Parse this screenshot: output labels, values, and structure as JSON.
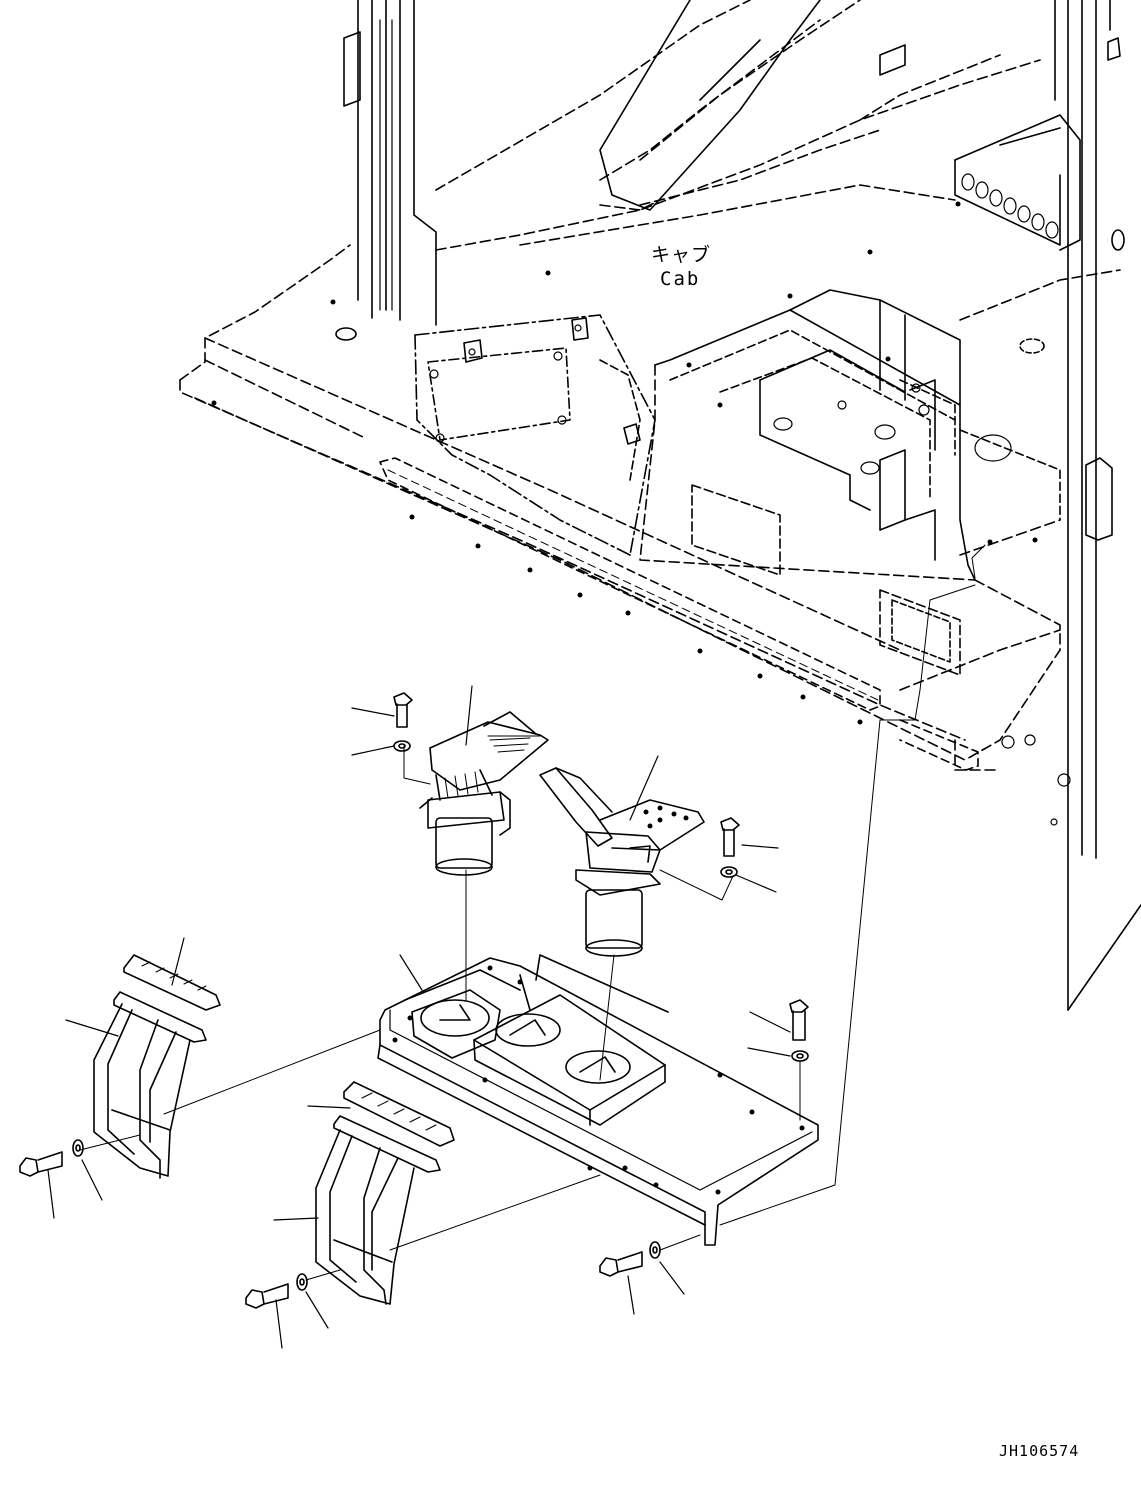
{
  "labels": {
    "cab_jp": "キャブ",
    "cab_en": "Cab",
    "drawing_number": "JH106574"
  }
}
